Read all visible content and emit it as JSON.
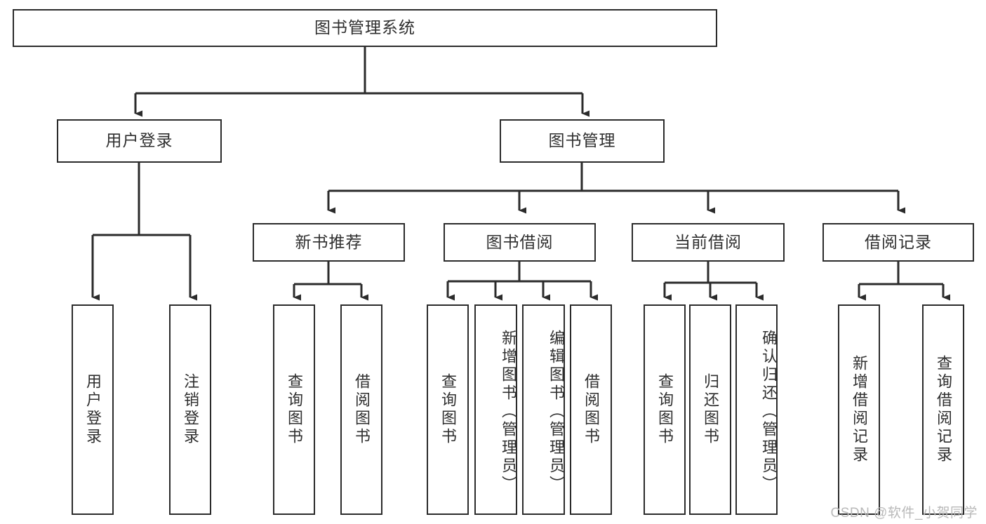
{
  "diagram": {
    "title": "图书管理系统",
    "type": "tree-hierarchy-diagram",
    "watermark": "CSDN @软件_小贺同学",
    "colors": {
      "box_border": "#2b2b2b",
      "box_fill": "#ffffff",
      "text": "#2f2f2f",
      "connector": "#2b2b2b",
      "watermark": "#b9b9b9",
      "background": "#ffffff"
    },
    "root": {
      "label": "图书管理系统"
    },
    "level2": [
      {
        "label": "用户登录"
      },
      {
        "label": "图书管理"
      }
    ],
    "level3": [
      {
        "label": "新书推荐"
      },
      {
        "label": "图书借阅"
      },
      {
        "label": "当前借阅"
      },
      {
        "label": "借阅记录"
      }
    ],
    "leaves": {
      "user_login": [
        {
          "label": "用户登录"
        },
        {
          "label": "注销登录"
        }
      ],
      "new_book": [
        {
          "label": "查询图书"
        },
        {
          "label": "借阅图书"
        }
      ],
      "book_borrow": [
        {
          "label": "查询图书"
        },
        {
          "label": "新增图书（管理员）"
        },
        {
          "label": "编辑图书（管理员）"
        },
        {
          "label": "借阅图书"
        }
      ],
      "current_borrow": [
        {
          "label": "查询图书"
        },
        {
          "label": "归还图书"
        },
        {
          "label": "确认归还（管理员）"
        }
      ],
      "borrow_record": [
        {
          "label": "新增借阅记录"
        },
        {
          "label": "查询借阅记录"
        }
      ]
    }
  }
}
